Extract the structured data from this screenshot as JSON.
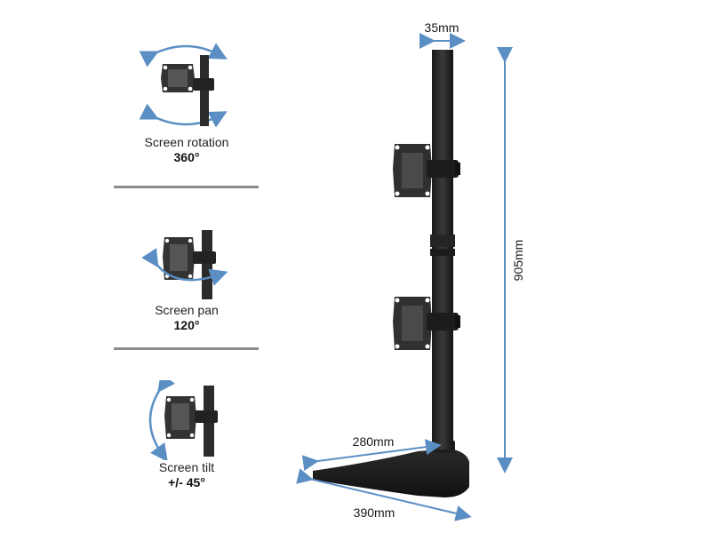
{
  "features": [
    {
      "label": "Screen rotation",
      "value": "360°"
    },
    {
      "label": "Screen pan",
      "value": "120°"
    },
    {
      "label": "Screen tilt",
      "value": "+/- 45°"
    }
  ],
  "dimensions": {
    "pole_diameter": "35mm",
    "height": "905mm",
    "base_depth": "280mm",
    "base_width": "390mm"
  },
  "colors": {
    "arrow": "#5b8fc4",
    "metal": "#2b2b2b"
  }
}
